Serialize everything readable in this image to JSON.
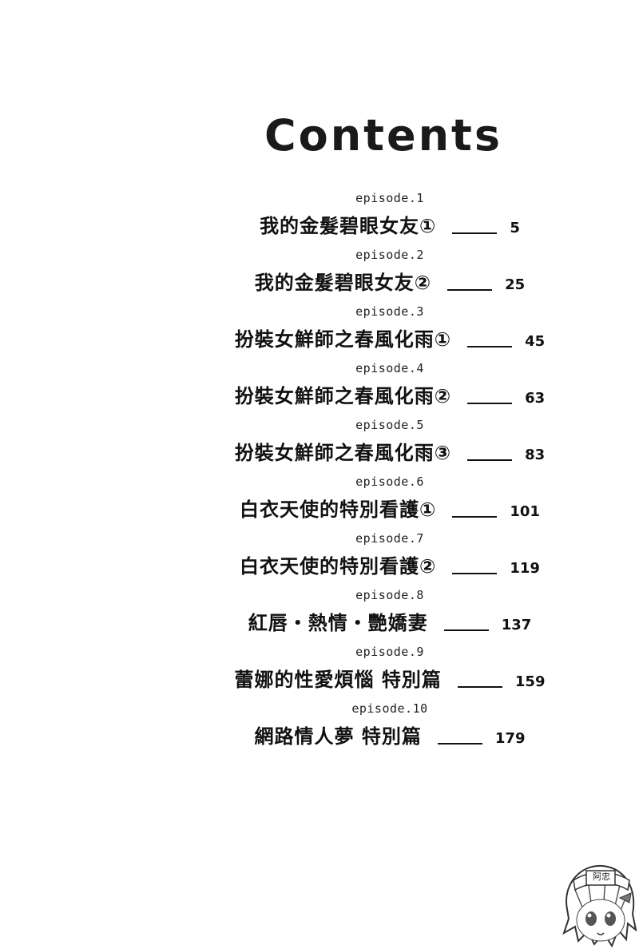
{
  "title": "Contents",
  "entries": [
    {
      "episode": "episode.1",
      "title": "我的金髮碧眼女友①",
      "page": "5"
    },
    {
      "episode": "episode.2",
      "title": "我的金髮碧眼女友②",
      "page": "25"
    },
    {
      "episode": "episode.3",
      "title": "扮裝女鮮師之春風化雨①",
      "page": "45"
    },
    {
      "episode": "episode.4",
      "title": "扮裝女鮮師之春風化雨②",
      "page": "63"
    },
    {
      "episode": "episode.5",
      "title": "扮裝女鮮師之春風化雨③",
      "page": "83"
    },
    {
      "episode": "episode.6",
      "title": "白衣天使的特別看護①",
      "page": "101"
    },
    {
      "episode": "episode.7",
      "title": "白衣天使的特別看護②",
      "page": "119"
    },
    {
      "episode": "episode.8",
      "title": "紅唇・熱情・艷嬌妻",
      "page": "137"
    },
    {
      "episode": "episode.9",
      "title": "蕾娜的性愛煩惱 特別篇",
      "page": "159"
    },
    {
      "episode": "episode.10",
      "title": "網路情人夢 特別篇",
      "page": "179"
    }
  ],
  "mascot": {
    "icon": "chibi-character-icon",
    "label": "阿忠"
  }
}
